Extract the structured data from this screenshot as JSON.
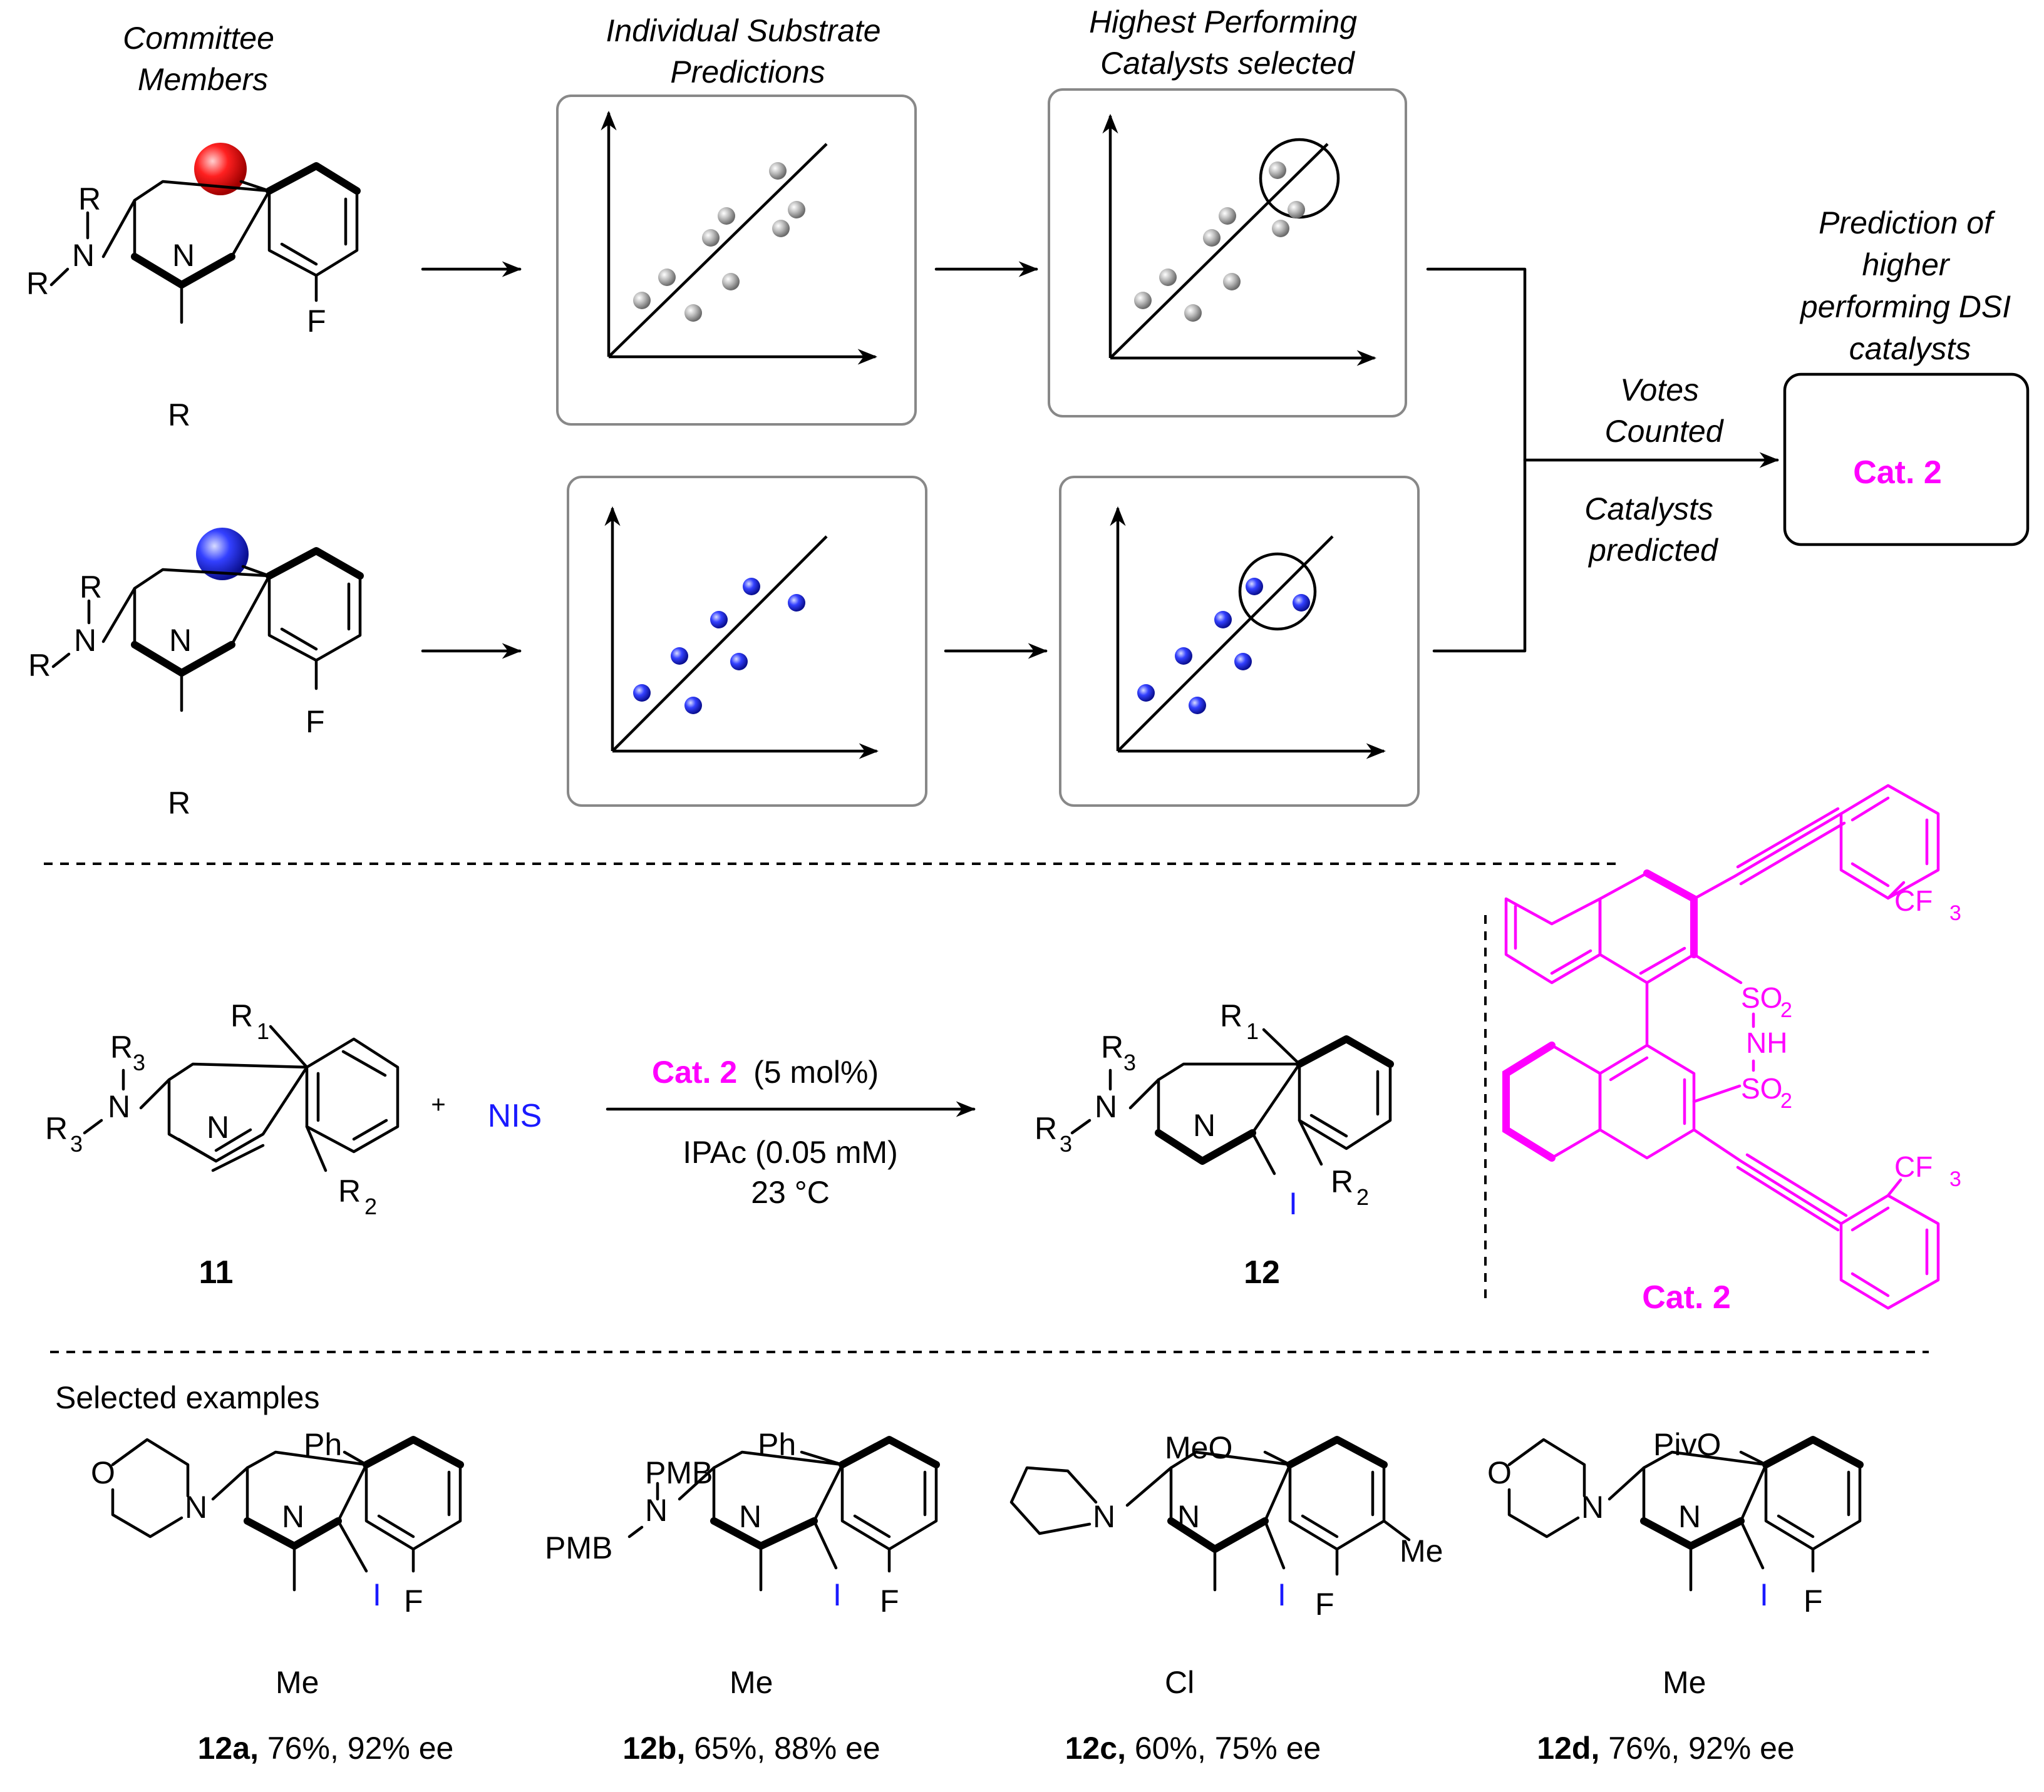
{
  "workflow": {
    "committee_header": [
      "Committee",
      "Members"
    ],
    "individual_header": [
      "Individual Substrate",
      "Predictions"
    ],
    "selected_header": [
      "Highest Performing",
      "Catalysts selected"
    ],
    "prediction_header": [
      "Prediction of",
      "higher",
      "performing DSI",
      "catalysts"
    ],
    "votes_label": [
      "Votes",
      "Counted"
    ],
    "predicted_label": [
      "Catalysts",
      "predicted"
    ],
    "result_box": "Cat. 2",
    "model_colors": {
      "red": "#e8141c",
      "blue": "#2a35ff",
      "gray": "#9a9a9a"
    },
    "member_substituents": {
      "R": "R",
      "N": "N",
      "F": "F"
    }
  },
  "reaction": {
    "substrate_label": "11",
    "product_label": "12",
    "reagent": "NIS",
    "plus": "+",
    "catalyst": "Cat. 2",
    "catalyst_loading": "(5 mol%)",
    "solvent": "IPAc (0.05 mM)",
    "temperature": "23 °C",
    "atoms": {
      "R1": "R",
      "R2": "R",
      "R3": "R",
      "sub1": "1",
      "sub2": "2",
      "sub3": "3",
      "N": "N",
      "I": "I"
    }
  },
  "catalyst_structure": {
    "name": "Cat. 2",
    "so2": "SO",
    "nh": "NH",
    "cf3": "CF",
    "sub2": "2",
    "sub3": "3",
    "color": "#ff00ff"
  },
  "examples": {
    "heading": "Selected examples",
    "items": [
      {
        "id": "12a",
        "yield": "76%",
        "ee": "92% ee",
        "amine": "O",
        "aryl": "Ph",
        "ortho": "F",
        "para": "Me",
        "iodo": "I"
      },
      {
        "id": "12b",
        "yield": "65%",
        "ee": "88% ee",
        "amine": "PMB",
        "aryl": "Ph",
        "ortho": "F",
        "para": "Me",
        "iodo": "I"
      },
      {
        "id": "12c",
        "yield": "60%",
        "ee": "75% ee",
        "amine": "",
        "aryl": "MeO",
        "ortho": "F",
        "para": "Cl",
        "iodo": "I",
        "extra": "Me"
      },
      {
        "id": "12d",
        "yield": "76%",
        "ee": "92% ee",
        "amine": "O",
        "aryl": "PivO",
        "ortho": "F",
        "para": "Me",
        "iodo": "I"
      }
    ]
  }
}
